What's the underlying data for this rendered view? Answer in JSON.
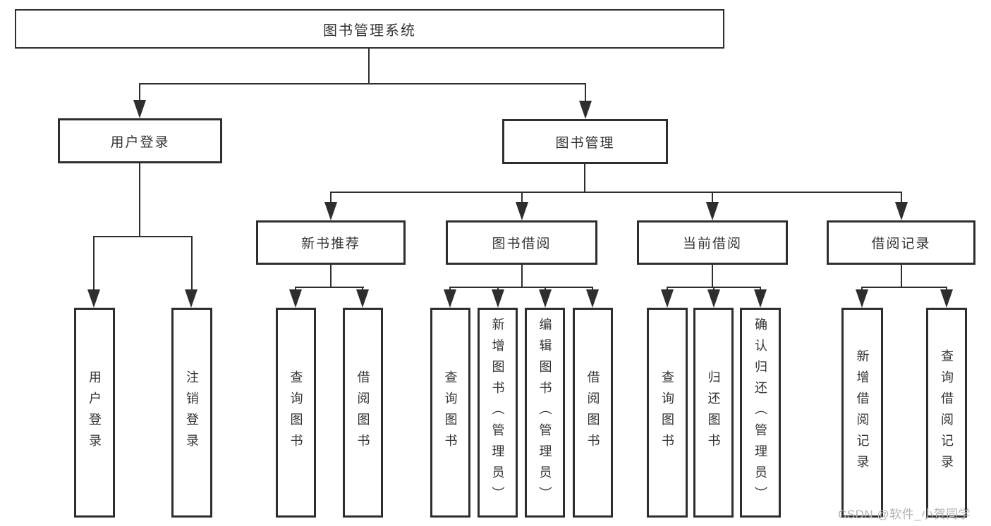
{
  "diagram": {
    "root": "图书管理系统",
    "branches": [
      {
        "label": "用户登录",
        "leaves": [
          "用户登录",
          "注销登录"
        ]
      },
      {
        "label": "图书管理",
        "groups": [
          {
            "label": "新书推荐",
            "leaves": [
              "查询图书",
              "借阅图书"
            ]
          },
          {
            "label": "图书借阅",
            "leaves": [
              "查询图书",
              "新增图书（管理员）",
              "编辑图书（管理员）",
              "借阅图书"
            ]
          },
          {
            "label": "当前借阅",
            "leaves": [
              "查询图书",
              "归还图书",
              "确认归还（管理员）"
            ]
          },
          {
            "label": "借阅记录",
            "leaves": [
              "新增借阅记录",
              "查询借阅记录"
            ]
          }
        ]
      }
    ]
  },
  "watermark": "CSDN @软件_小贺同学",
  "colors": {
    "line": "#2e2e2e",
    "box_border": "#2e2e2e",
    "text": "#333333",
    "background": "#ffffff",
    "watermark": "#b4b4b4"
  }
}
